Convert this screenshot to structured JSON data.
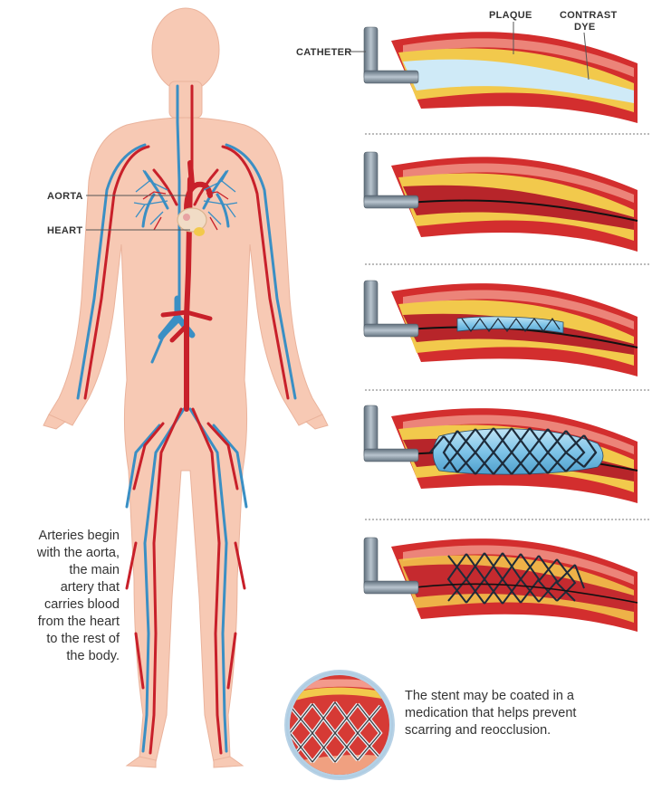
{
  "labels": {
    "aorta": "AORTA",
    "heart": "HEART",
    "catheter": "CATHETER",
    "plaque": "PLAQUE",
    "contrast_line1": "CONTRAST",
    "contrast_line2": "DYE"
  },
  "descriptions": {
    "arteries": "Arteries begin with the aorta, the main artery that carries blood from the heart to the rest of the body.",
    "stent": "The stent may be coated in a medication that helps prevent scarring and reocclusion."
  },
  "colors": {
    "skin": "#f7c9b4",
    "artery": "#c8202a",
    "vein": "#3a8fc4",
    "plaque": "#f2c94c",
    "catheter": "#7d8c99",
    "stent": "#1d2b3a"
  }
}
